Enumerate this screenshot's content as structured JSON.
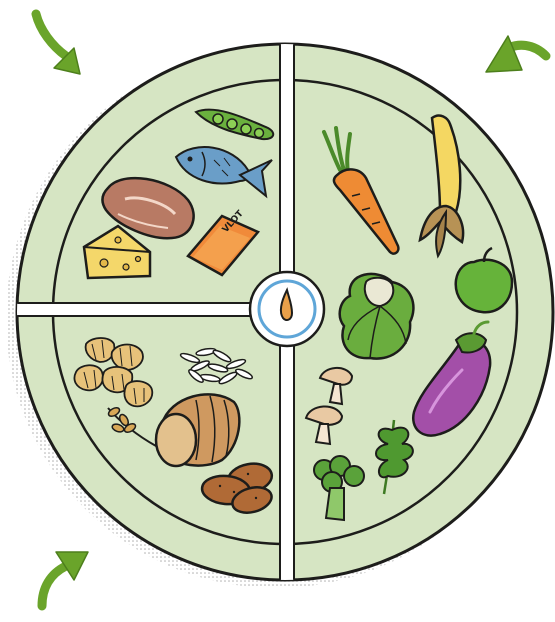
{
  "diagram": {
    "type": "food-plate-illustration",
    "colors": {
      "plate": "#d6e5c3",
      "plate_shade": "#c3d4ad",
      "outline": "#1d1d1b",
      "arrow": "#6aa42a",
      "arrow_dark": "#4d7f1c",
      "divider": "#ffffff",
      "center_accent": "#5fa6d8",
      "center_drop": "#e8a04a"
    },
    "sections": [
      {
        "id": "protein",
        "items": [
          "peas",
          "fish",
          "meat",
          "cheese",
          "tofu-pack"
        ]
      },
      {
        "id": "starch",
        "items": [
          "pasta",
          "rice",
          "wheat",
          "bread",
          "potatoes"
        ]
      },
      {
        "id": "vegetables-fruit",
        "items": [
          "carrot",
          "banana",
          "apple",
          "cabbage",
          "eggplant",
          "mushrooms",
          "broccoli",
          "arugula"
        ]
      }
    ],
    "package_label": "VLOT",
    "arrows": [
      "top-left",
      "top-right",
      "bottom-left"
    ]
  }
}
